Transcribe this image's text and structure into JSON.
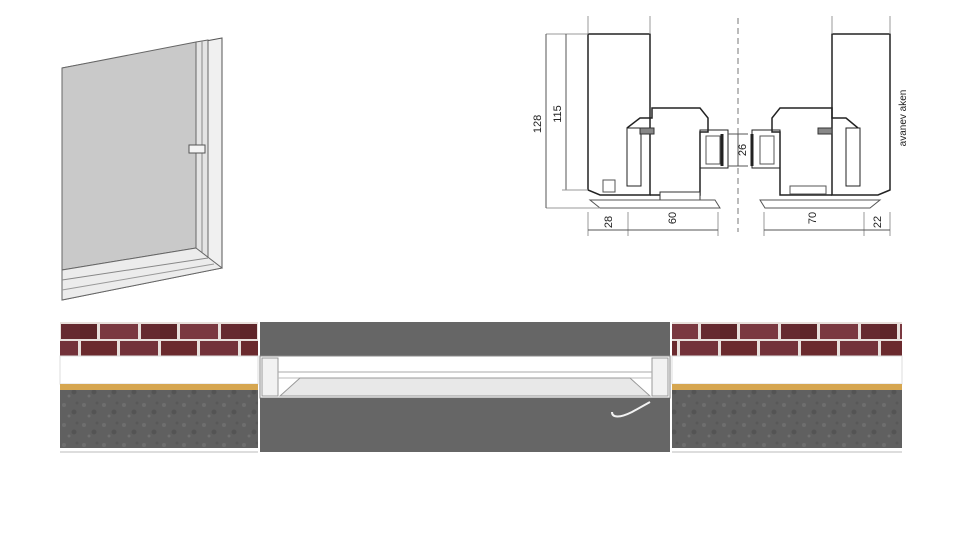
{
  "profile_drawing": {
    "dimensions": {
      "total_height": "128",
      "inner_height": "115",
      "glass_gap": "26",
      "bottom_left_1": "28",
      "bottom_left_2": "60",
      "bottom_right_1": "70",
      "bottom_right_2": "22"
    },
    "side_label": "avanev aken"
  },
  "colors": {
    "brick": "#6b2a2e",
    "concrete": "#5e5e5e",
    "timber": "#d6a650",
    "frame_grey": "#666666",
    "glass": "#c8c8c8"
  }
}
